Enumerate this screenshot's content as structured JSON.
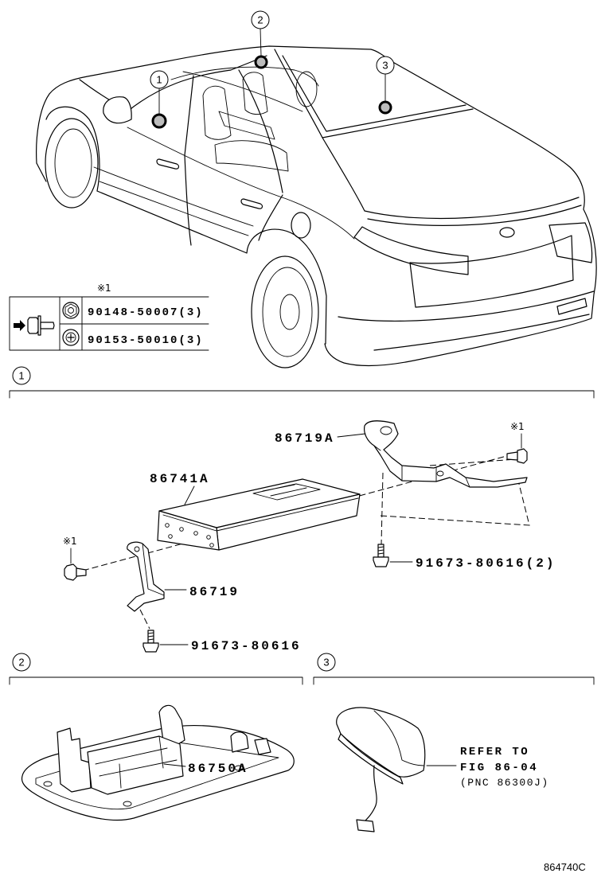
{
  "overview": {
    "callout_1": "1",
    "callout_2": "2",
    "callout_3": "3",
    "note_mark": "※1",
    "table_icon": "arrow-bolt-icon",
    "fastener_table": [
      {
        "part_no": "90148-50007(3)",
        "icon": "flange-nut-icon"
      },
      {
        "part_no": "90153-50010(3)",
        "icon": "screw-icon"
      }
    ]
  },
  "section_1": {
    "marker": "1",
    "bracket_a": "86719A",
    "note_right": "※1",
    "module": "86741A",
    "note_left": "※1",
    "bolt_right": "91673-80616(2)",
    "bracket": "86719",
    "bolt_left": "91673-80616"
  },
  "section_2": {
    "marker": "2",
    "console": "86750A"
  },
  "section_3": {
    "marker": "3",
    "refer": [
      "REFER TO",
      "FIG 86-04",
      "(PNC 86300J)"
    ]
  },
  "figure_code": "864740C",
  "colors": {
    "line": "#000000",
    "background": "#ffffff",
    "spot_fill": "#bdbdbd"
  }
}
